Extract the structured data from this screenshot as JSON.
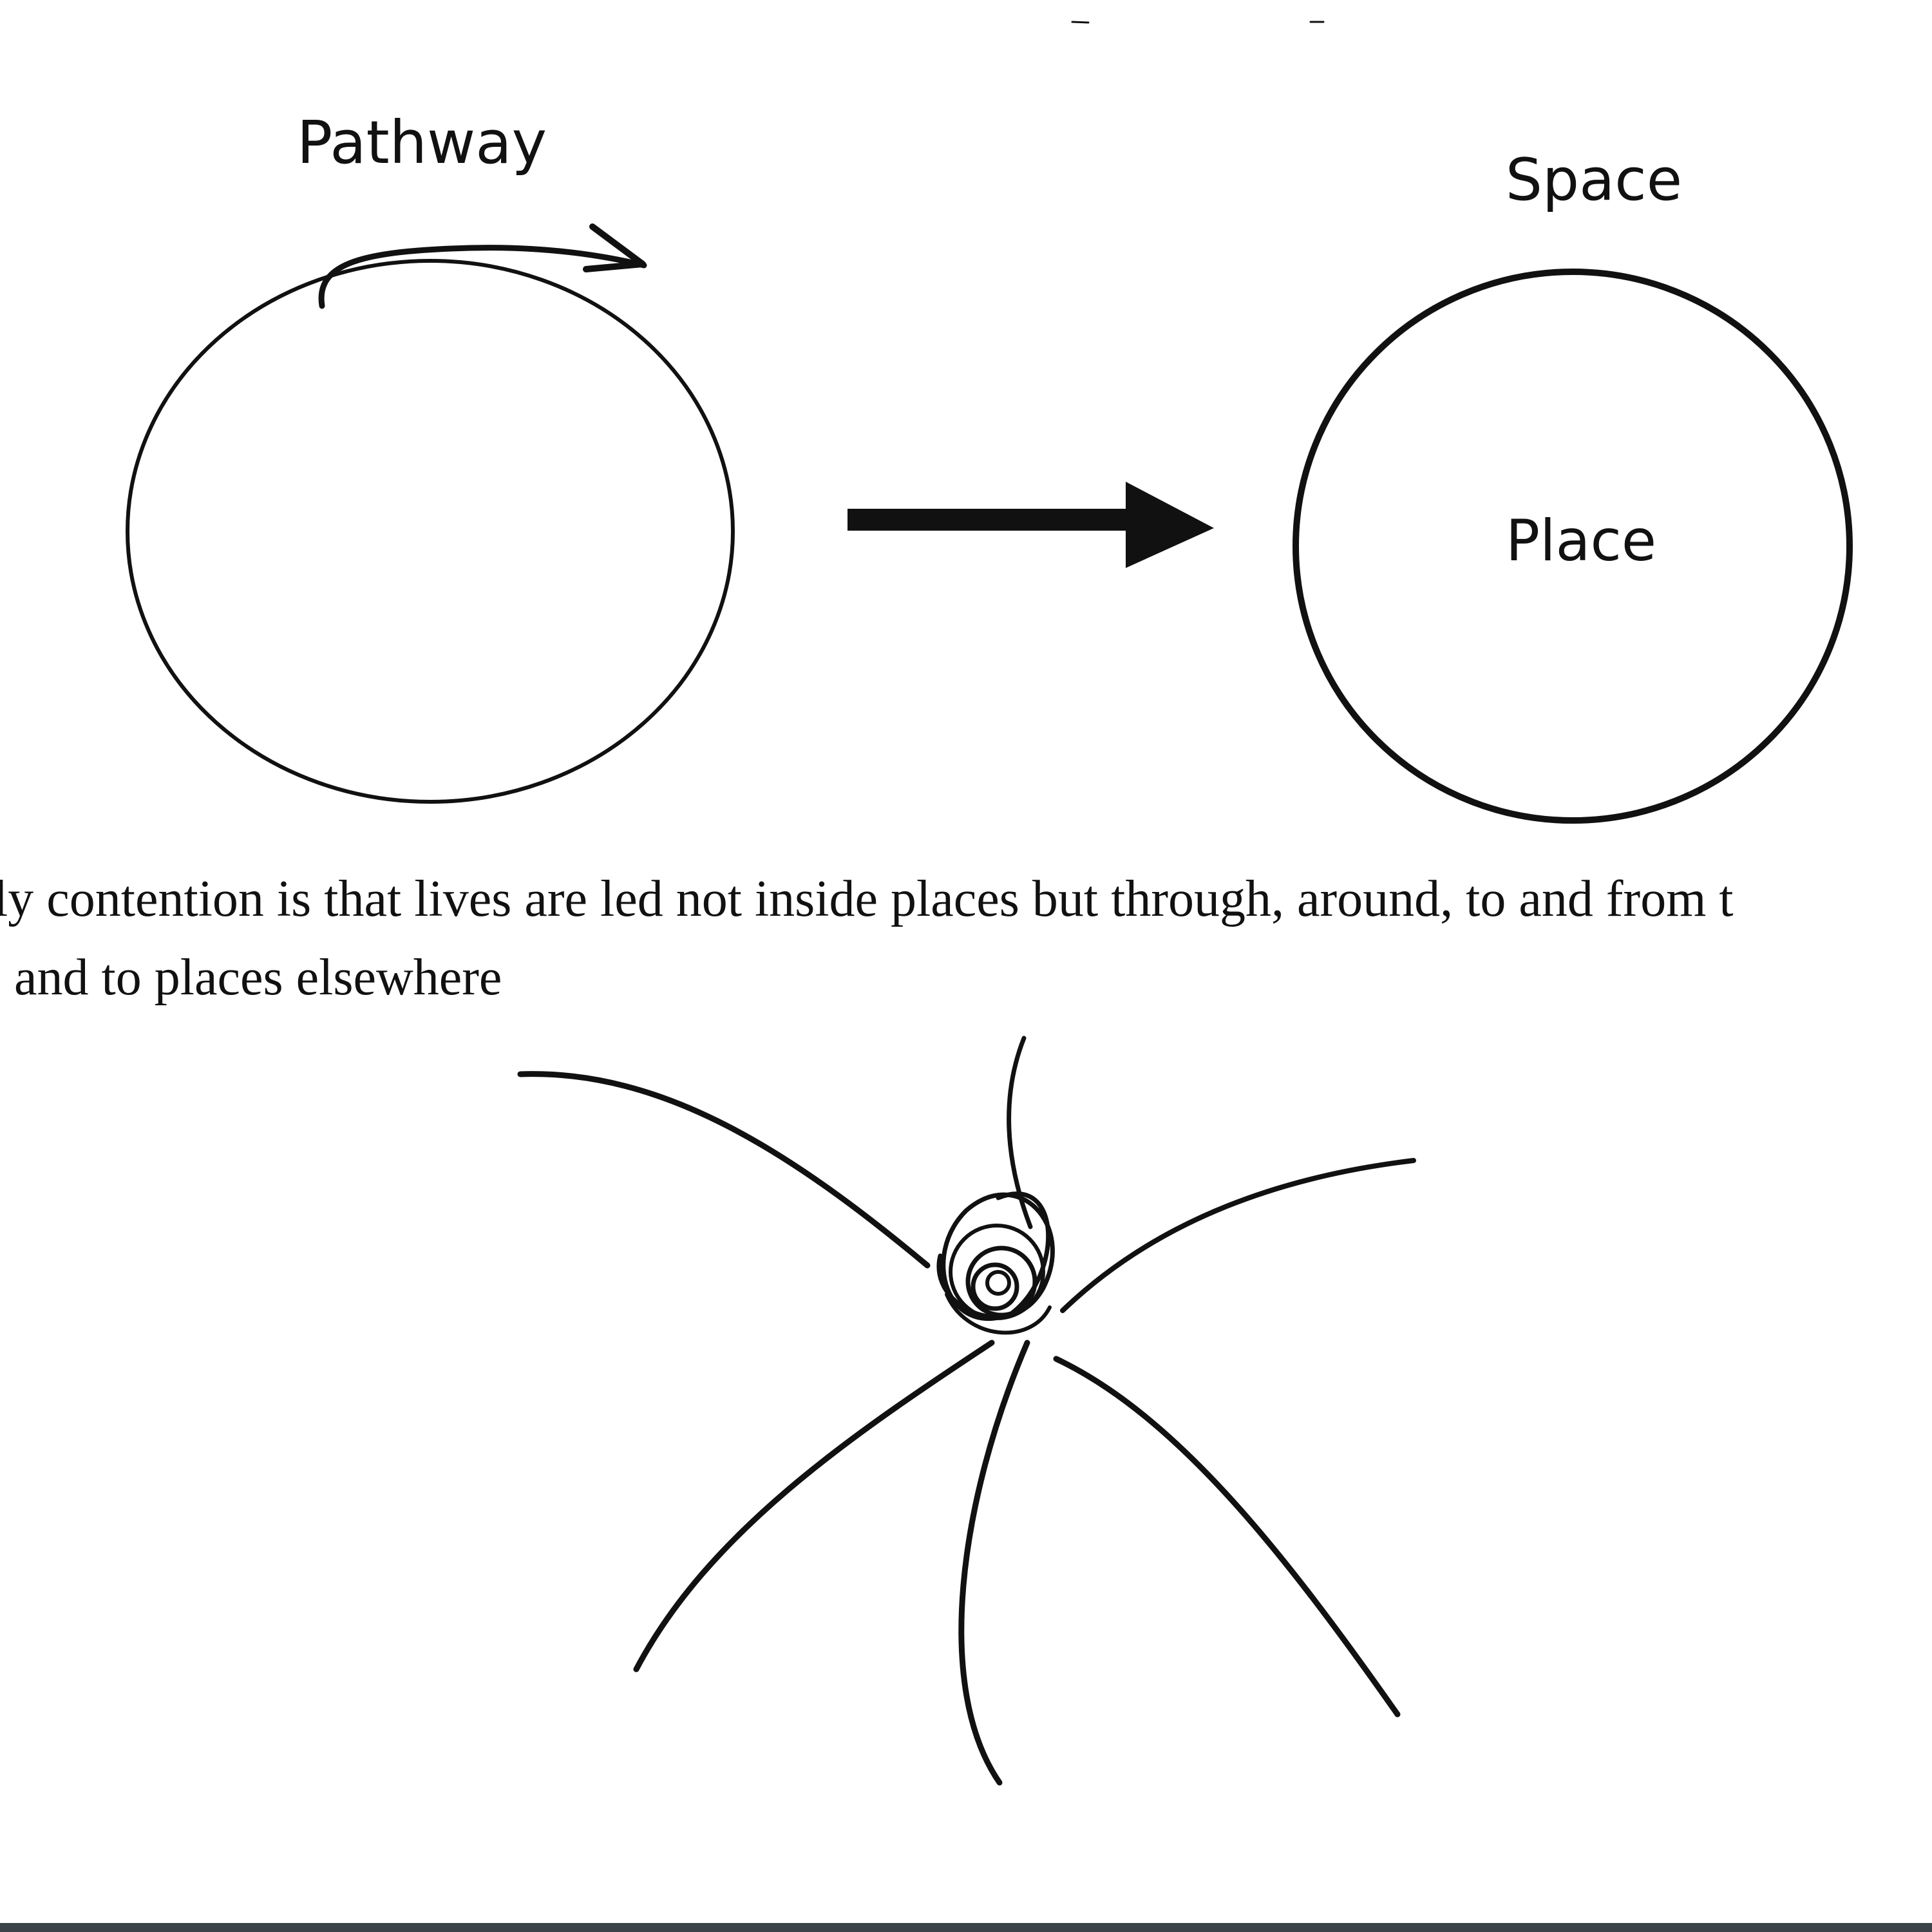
{
  "diagram": {
    "pathway_label": "Pathway",
    "space_label": "Space",
    "place_label": "Place"
  },
  "caption": {
    "line1": "ly contention is that lives are led not inside places but through, around, to and from t",
    "line2": "and to places elsewhere"
  },
  "colors": {
    "ink": "#111111",
    "background": "#ffffff",
    "frame_bar": "#3c4348"
  }
}
